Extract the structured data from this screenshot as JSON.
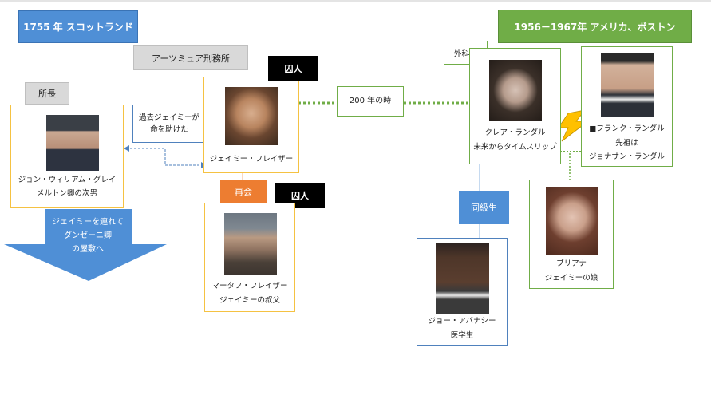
{
  "headers": {
    "left": "1755 年  スコットランド",
    "right": "1956－1967年   アメリカ、ボストン",
    "left_color": "#4f8fd6",
    "right_color": "#70ad47"
  },
  "tags": {
    "prison": "アーツミュア刑務所",
    "director": "所長",
    "prisoner1": "囚人",
    "prisoner2": "囚人",
    "reunion": "再会",
    "surgeon": "外科医",
    "classmate": "同級生"
  },
  "callouts": {
    "saved_line1": "過去ジェイミーが",
    "saved_line2": "命を助けた",
    "time_200": "200 年の時"
  },
  "arrow": {
    "line1": "ジェイミーを連れて",
    "line2": "ダンゼーニ卿",
    "line3": "の屋敷へ"
  },
  "people": {
    "john": {
      "line1": "ジョン・ウィリアム・グレイ",
      "line2": "メルトン卿の次男"
    },
    "jamie": {
      "line1": "ジェイミー・フレイザー"
    },
    "murtagh": {
      "line1": "マータフ・フレイザー",
      "line2": "ジェイミーの叔父"
    },
    "claire": {
      "line1": "クレア・ランダル",
      "line2": "未来からタイムスリップ"
    },
    "frank": {
      "line1": "■フランク・ランダル",
      "line2": "先祖は",
      "line3": "ジョナサン・ランダル"
    },
    "brianna": {
      "line1": "ブリアナ",
      "line2": "ジェイミーの娘"
    },
    "joe": {
      "line1": "ジョー・アバナシー",
      "line2": "医学生"
    }
  }
}
